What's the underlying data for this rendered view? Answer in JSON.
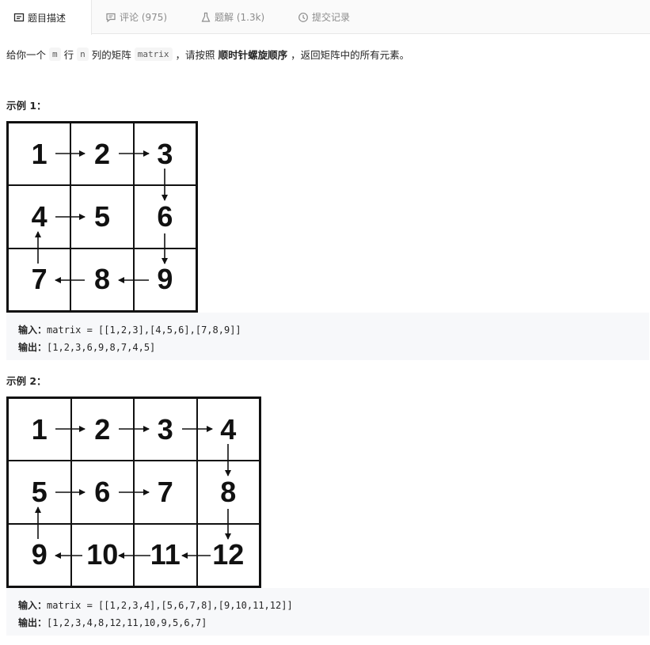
{
  "tabs": [
    {
      "label": "题目描述",
      "icon": "document-icon",
      "active": true
    },
    {
      "label": "评论 (975)",
      "icon": "comment-icon",
      "active": false
    },
    {
      "label": "题解 (1.3k)",
      "icon": "flask-icon",
      "active": false
    },
    {
      "label": "提交记录",
      "icon": "clock-icon",
      "active": false
    }
  ],
  "description": {
    "prefix": "给你一个",
    "m": "m",
    "row_word": "行",
    "n": "n",
    "col_word": "列的矩阵",
    "matrix": "matrix",
    "mid": "，请按照",
    "emphasis": "顺时针螺旋顺序",
    "suffix": "，返回矩阵中的所有元素。"
  },
  "example1": {
    "title": "示例 1：",
    "grid": [
      "1",
      "2",
      "3",
      "4",
      "5",
      "6",
      "7",
      "8",
      "9"
    ],
    "input_label": "输入：",
    "input_value": "matrix = [[1,2,3],[4,5,6],[7,8,9]]",
    "output_label": "输出：",
    "output_value": "[1,2,3,6,9,8,7,4,5]"
  },
  "example2": {
    "title": "示例 2：",
    "grid": [
      "1",
      "2",
      "3",
      "4",
      "5",
      "6",
      "7",
      "8",
      "9",
      "10",
      "11",
      "12"
    ],
    "input_label": "输入：",
    "input_value": "matrix = [[1,2,3,4],[5,6,7,8],[9,10,11,12]]",
    "output_label": "输出：",
    "output_value": "[1,2,3,4,8,12,11,10,9,5,6,7]"
  }
}
